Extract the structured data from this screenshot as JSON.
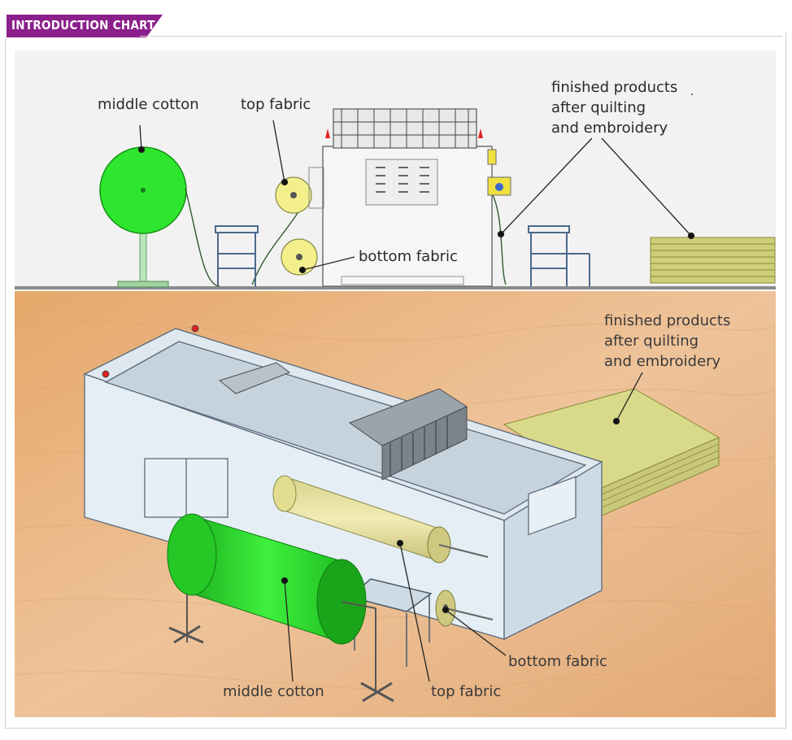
{
  "header": {
    "title": "INTRODUCTION CHART",
    "accent": "#8b1f8b"
  },
  "top_diagram": {
    "middle_cotton": "middle cotton",
    "top_fabric": "top fabric",
    "bottom_fabric": "bottom fabric",
    "finished_line1": "finished products",
    "finished_line2": "after quilting",
    "finished_line3": "and embroidery"
  },
  "bottom_diagram": {
    "finished_line1": "finished products",
    "finished_line2": "after quilting",
    "finished_line3": "and embroidery",
    "middle_cotton": "middle cotton",
    "top_fabric": "top fabric",
    "bottom_fabric": "bottom fabric"
  },
  "colors": {
    "green_roll": "#2ee62e",
    "yellow_roll": "#f3f08c",
    "board": "#d9d98a",
    "wood": "#e9b98a"
  }
}
